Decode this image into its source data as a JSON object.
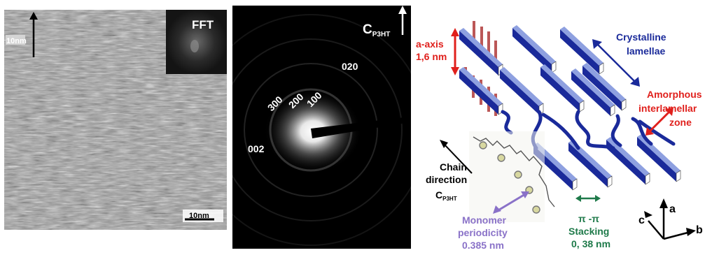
{
  "tem": {
    "fft_label": "FFT",
    "scale_top": "10nm",
    "scale_bottom": "10nm"
  },
  "saed": {
    "axis_label": "C",
    "axis_sub": "P3HT",
    "reflections": [
      "020",
      "300",
      "200",
      "100",
      "002"
    ]
  },
  "schematic": {
    "a_axis": "a-axis",
    "a_axis_value": "1,6 nm",
    "crystalline_1": "Crystalline",
    "crystalline_2": "lamellae",
    "amorphous_1": "Amorphous",
    "amorphous_2": "interlamellar",
    "amorphous_3": "zone",
    "chain_1": "Chain",
    "chain_2": "direction",
    "chain_3": "C",
    "chain_sub": "P3HT",
    "monomer_1": "Monomer",
    "monomer_2": "periodicity",
    "monomer_3": "0.385 nm",
    "pi_1": "π -π",
    "pi_2": "Stacking",
    "pi_3": "0, 38 nm",
    "axis_a": "a",
    "axis_b": "b",
    "axis_c": "c"
  },
  "colors": {
    "lamella_face": "#1a2a9a",
    "lamella_top": "#8ea0e0",
    "chain": "#1a2a9a",
    "red": "#e0201c",
    "amorphous": "#e0201c",
    "green": "#1f7a4a",
    "purple": "#8a72c8",
    "navy": "#1a2a9a"
  }
}
